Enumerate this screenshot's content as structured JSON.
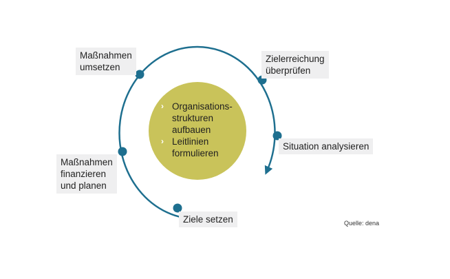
{
  "cycle_steps": [
    {
      "id": "massnahmen-umsetzen",
      "lines": [
        "Maßnahmen",
        "umsetzen"
      ]
    },
    {
      "id": "zielerreichung-ueberpruefen",
      "lines": [
        "Zielerreichung",
        "überprüfen"
      ]
    },
    {
      "id": "situation-analysieren",
      "lines": [
        "Situation analysieren"
      ]
    },
    {
      "id": "ziele-setzen",
      "lines": [
        "Ziele setzen"
      ]
    },
    {
      "id": "massnahmen-finanzieren",
      "lines": [
        "Maßnahmen",
        "finanzieren",
        "und planen"
      ]
    }
  ],
  "center": {
    "bullets": [
      {
        "marker": "›",
        "lines": [
          "Organisations-",
          "strukturen",
          "aufbauen"
        ]
      },
      {
        "marker": "›",
        "lines": [
          "Leitlinien",
          "formulieren"
        ]
      }
    ]
  },
  "source": "Quelle: dena",
  "colors": {
    "cycle_arrow": "#1e6f8f",
    "node_dot": "#1e6f8f",
    "center_circle": "#c9c35a",
    "label_background": "#efeff0"
  }
}
